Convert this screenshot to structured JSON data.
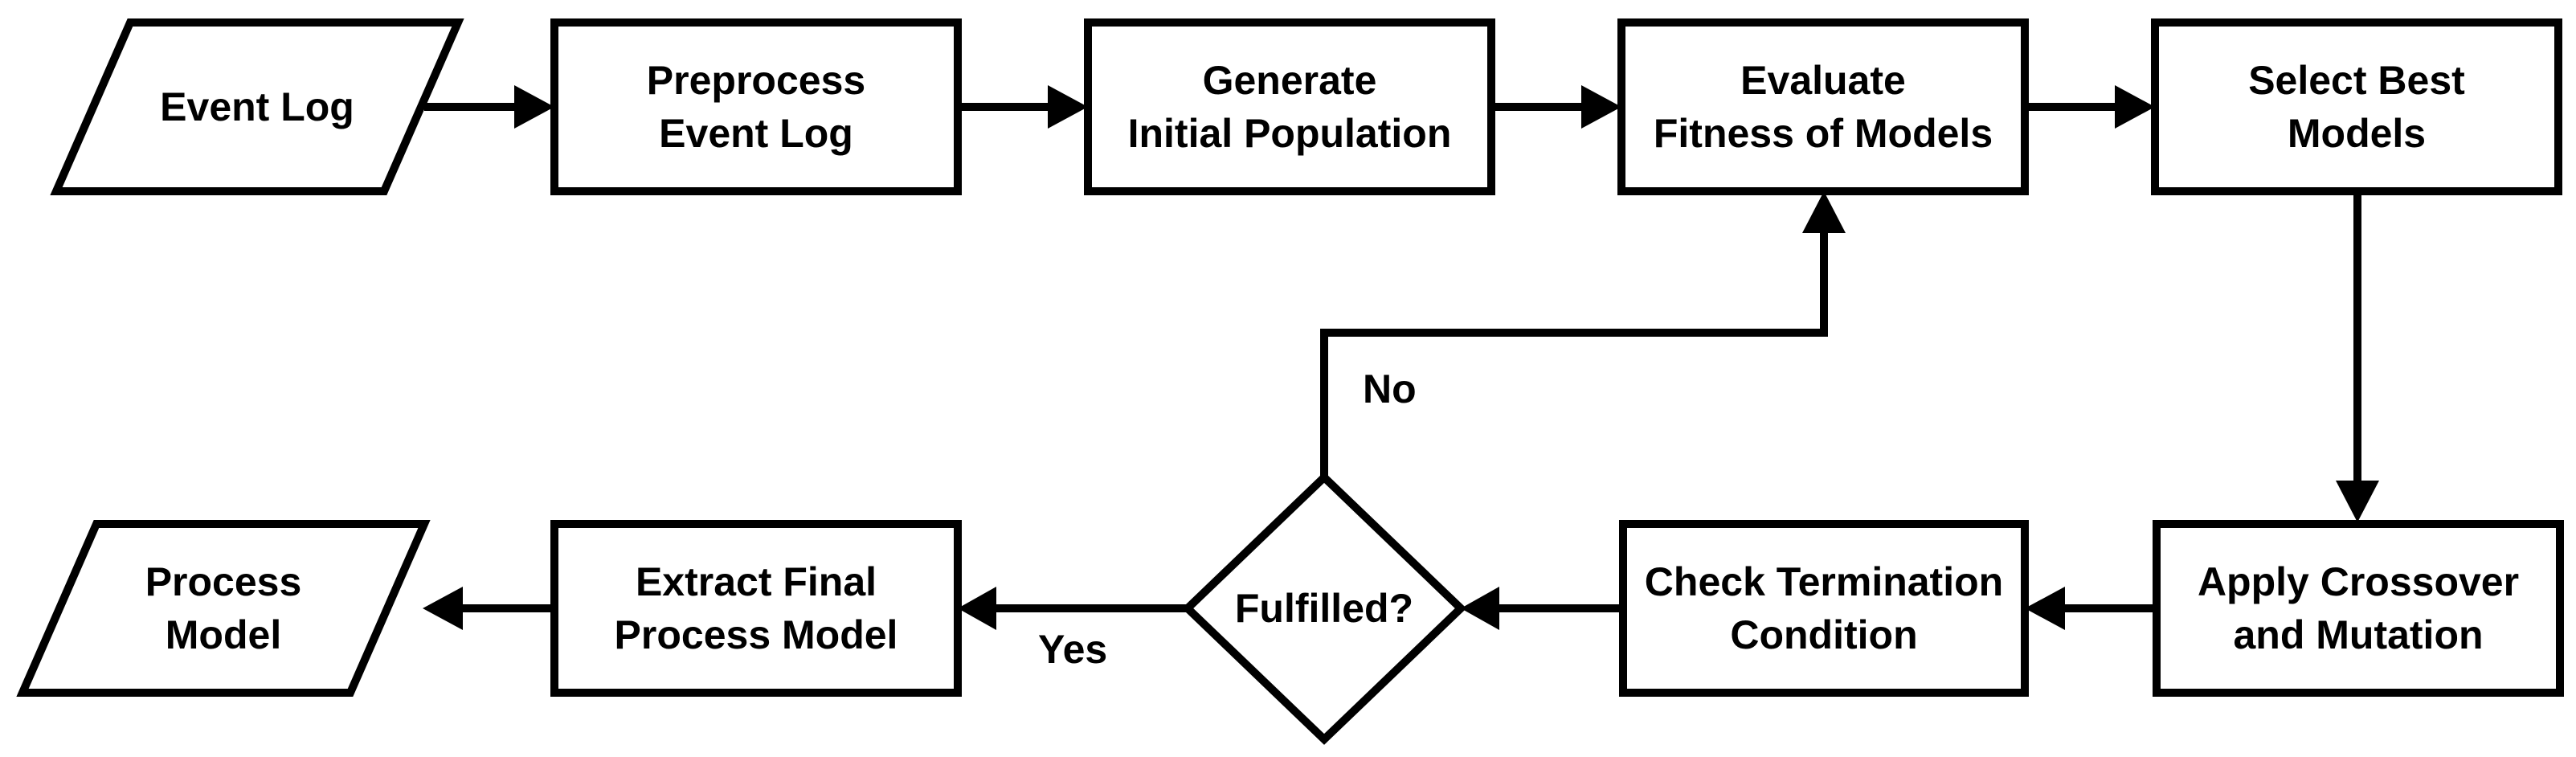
{
  "nodes": {
    "event_log": {
      "line1": "Event Log"
    },
    "preprocess": {
      "line1": "Preprocess",
      "line2": "Event Log"
    },
    "generate": {
      "line1": "Generate",
      "line2": "Initial Population"
    },
    "evaluate": {
      "line1": "Evaluate",
      "line2": "Fitness of Models"
    },
    "select": {
      "line1": "Select Best",
      "line2": "Models"
    },
    "apply": {
      "line1": "Apply Crossover",
      "line2": "and Mutation"
    },
    "check": {
      "line1": "Check Termination",
      "line2": "Condition"
    },
    "decision": {
      "line1": "Fulfilled?"
    },
    "extract": {
      "line1": "Extract Final",
      "line2": "Process Model"
    },
    "process_model": {
      "line1": "Process",
      "line2": "Model"
    }
  },
  "edge_labels": {
    "no": "No",
    "yes": "Yes"
  },
  "colors": {
    "stroke": "#000000",
    "fill": "#ffffff"
  }
}
